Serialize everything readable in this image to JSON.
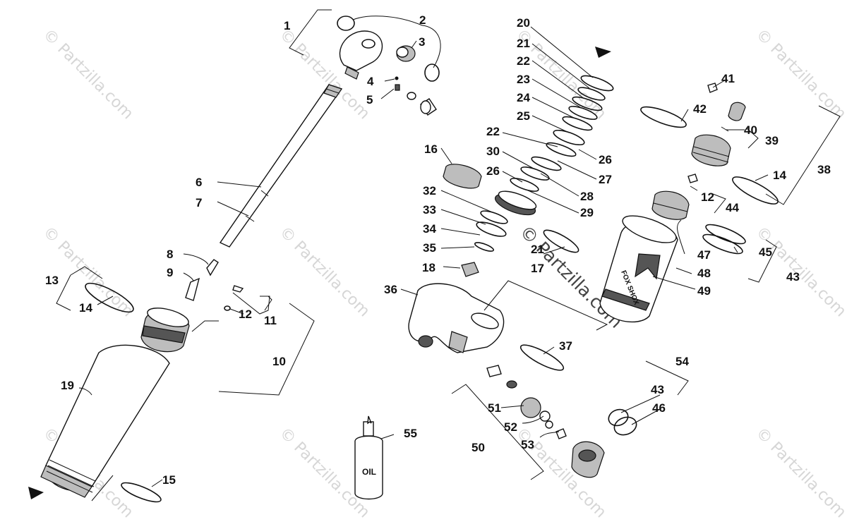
{
  "watermark": {
    "text": "© Partzilla.com",
    "center_text": "© Partzilla.com"
  },
  "labels": {
    "p1": "1",
    "p2": "2",
    "p3": "3",
    "p4": "4",
    "p5": "5",
    "p6": "6",
    "p7": "7",
    "p8": "8",
    "p9": "9",
    "p10": "10",
    "p11": "11",
    "p12a": "12",
    "p12b": "12",
    "p13": "13",
    "p14a": "14",
    "p14b": "14",
    "p15": "15",
    "p16": "16",
    "p17": "17",
    "p18": "18",
    "p19": "19",
    "p20": "20",
    "p21a": "21",
    "p21b": "21",
    "p22a": "22",
    "p22b": "22",
    "p23": "23",
    "p24": "24",
    "p25": "25",
    "p26a": "26",
    "p26b": "26",
    "p27": "27",
    "p28": "28",
    "p29": "29",
    "p30": "30",
    "p32": "32",
    "p33": "33",
    "p34": "34",
    "p35": "35",
    "p36": "36",
    "p37": "37",
    "p38": "38",
    "p39": "39",
    "p40": "40",
    "p41": "41",
    "p42": "42",
    "p43a": "43",
    "p43b": "43",
    "p44": "44",
    "p45": "45",
    "p46": "46",
    "p47": "47",
    "p48": "48",
    "p49": "49",
    "p50": "50",
    "p51": "51",
    "p52": "52",
    "p53": "53",
    "p54": "54",
    "p55": "55"
  },
  "bottle_label": "OIL",
  "reservoir_label": "FOX SHOX"
}
